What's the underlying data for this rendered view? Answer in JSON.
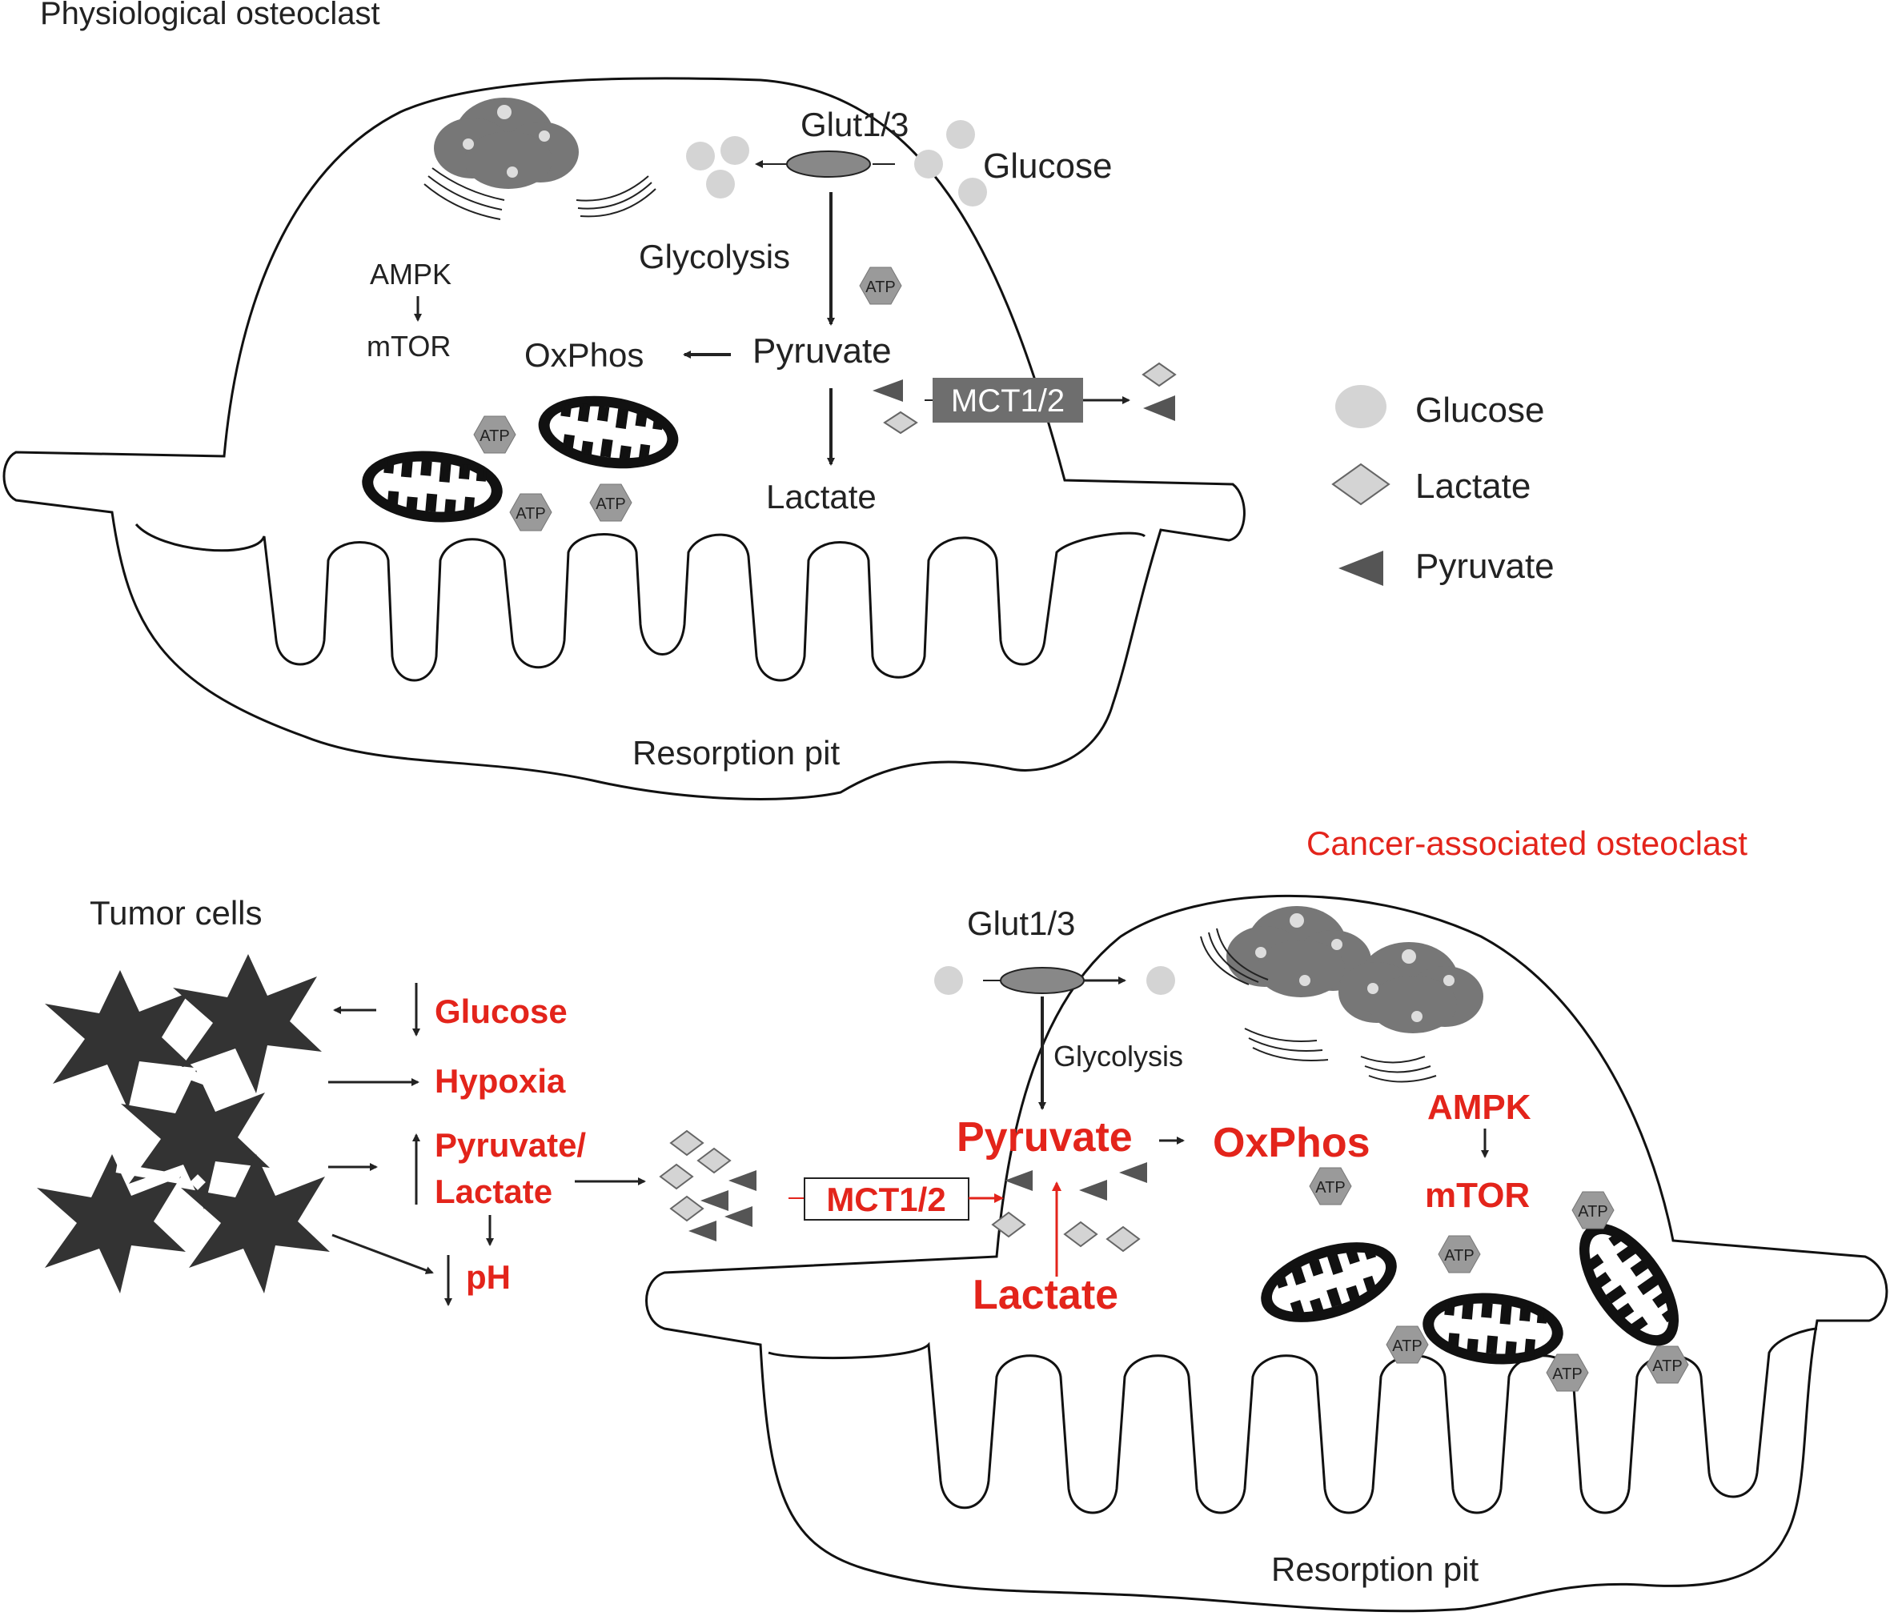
{
  "top": {
    "title": "Physiological osteoclast",
    "glut": "Glut1/3",
    "glucose": "Glucose",
    "glycolysis": "Glycolysis",
    "ampk": "AMPK",
    "mtor": "mTOR",
    "oxphos": "OxPhos",
    "pyruvate": "Pyruvate",
    "mct": "MCT1/2",
    "lactate": "Lactate",
    "pit": "Resorption pit"
  },
  "legend": {
    "glucose": "Glucose",
    "lactate": "Lactate",
    "pyruvate": "Pyruvate"
  },
  "bottom": {
    "title": "Cancer-associated osteoclast",
    "tumor": "Tumor cells",
    "glucose": "Glucose",
    "hypoxia": "Hypoxia",
    "pyruvate_lactate_1": "Pyruvate/",
    "pyruvate_lactate_2": "Lactate",
    "ph": "pH",
    "mct": "MCT1/2",
    "glut": "Glut1/3",
    "glycolysis": "Glycolysis",
    "pyruvate": "Pyruvate",
    "oxphos": "OxPhos",
    "ampk": "AMPK",
    "mtor": "mTOR",
    "lactate": "Lactate",
    "pit": "Resorption pit"
  },
  "atp": "ATP",
  "colors": {
    "red": "#e3241b",
    "dark": "#555555",
    "gray": "#d4d4d4",
    "atp": "#9a9a9a"
  }
}
